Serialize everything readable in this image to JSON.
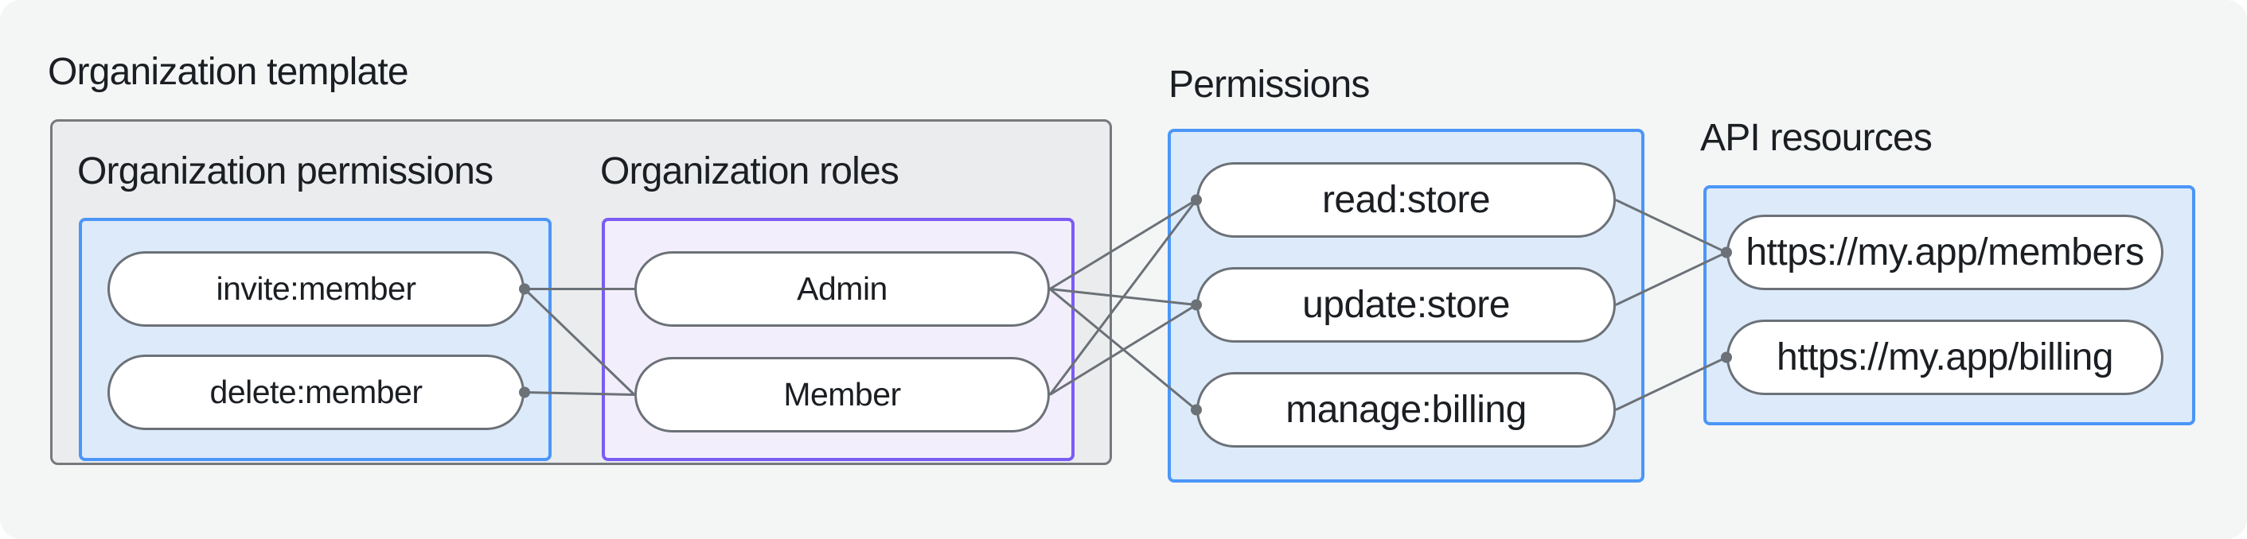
{
  "labels": {
    "organization_template": "Organization template",
    "organization_permissions": "Organization permissions",
    "organization_roles": "Organization roles",
    "permissions": "Permissions",
    "api_resources": "API resources"
  },
  "nodes": {
    "invite_member": {
      "label": "invite:member",
      "group": "organization-permissions",
      "dot": "right"
    },
    "delete_member": {
      "label": "delete:member",
      "group": "organization-permissions",
      "dot": "right"
    },
    "admin": {
      "label": "Admin",
      "group": "organization-roles"
    },
    "member": {
      "label": "Member",
      "group": "organization-roles"
    },
    "read_store": {
      "label": "read:store",
      "group": "permissions",
      "dot": "left"
    },
    "update_store": {
      "label": "update:store",
      "group": "permissions",
      "dot": "left"
    },
    "manage_billing": {
      "label": "manage:billing",
      "group": "permissions",
      "dot": "left"
    },
    "api_members": {
      "label": "https://my.app/members",
      "group": "api-resources",
      "dot": "left"
    },
    "api_billing": {
      "label": "https://my.app/billing",
      "group": "api-resources",
      "dot": "left"
    }
  },
  "edges": [
    {
      "from": "invite_member",
      "to": "admin"
    },
    {
      "from": "invite_member",
      "to": "member"
    },
    {
      "from": "delete_member",
      "to": "member"
    },
    {
      "from": "admin",
      "to": "read_store"
    },
    {
      "from": "admin",
      "to": "update_store"
    },
    {
      "from": "admin",
      "to": "manage_billing"
    },
    {
      "from": "member",
      "to": "read_store"
    },
    {
      "from": "member",
      "to": "update_store"
    },
    {
      "from": "read_store",
      "to": "api_members"
    },
    {
      "from": "update_store",
      "to": "api_members"
    },
    {
      "from": "manage_billing",
      "to": "api_billing"
    }
  ],
  "colors": {
    "page_background": "#f4f6f6",
    "template_box_fill": "#ebeced",
    "template_box_border": "#75797d",
    "blue_box_fill": "#ddeafa",
    "blue_box_border": "#4b96f8",
    "purple_box_fill": "#f3eefc",
    "purple_box_border": "#7b5cf5",
    "pill_fill": "#ffffff",
    "connector": "#6b7177",
    "text": "#1b1e22"
  },
  "connector_style": {
    "line_width": 3,
    "dot_radius": 7
  }
}
